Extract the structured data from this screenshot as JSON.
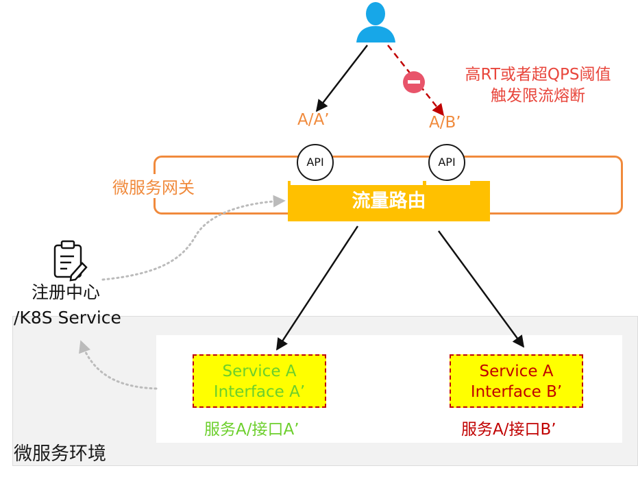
{
  "gateway": {
    "label": "微服务网关"
  },
  "router": {
    "label": "流量路由"
  },
  "api_badges": [
    "API",
    "API"
  ],
  "routes": {
    "left": "A/A’",
    "right": "A/B’"
  },
  "warning": {
    "line1": "高RT或者超QPS阈值",
    "line2": "触发限流熔断"
  },
  "registry": {
    "line1": "注册中心",
    "line2": "/K8S Service"
  },
  "environment": {
    "label": "微服务环境"
  },
  "services": [
    {
      "line1": "Service A",
      "line2": "Interface A’",
      "caption": "服务A/接口A’",
      "text_color": "#6ccf2c"
    },
    {
      "line1": "Service A",
      "line2": "Interface B’",
      "caption": "服务A/接口B’",
      "text_color": "#c00000"
    }
  ],
  "colors": {
    "accent_orange": "#f08a3c",
    "router_yellow": "#ffc000",
    "user_blue": "#17a7e8",
    "alert_red": "#e8463c",
    "dashed_red": "#c00000"
  },
  "icons": [
    "user-icon",
    "no-entry-icon",
    "clipboard-icon"
  ]
}
